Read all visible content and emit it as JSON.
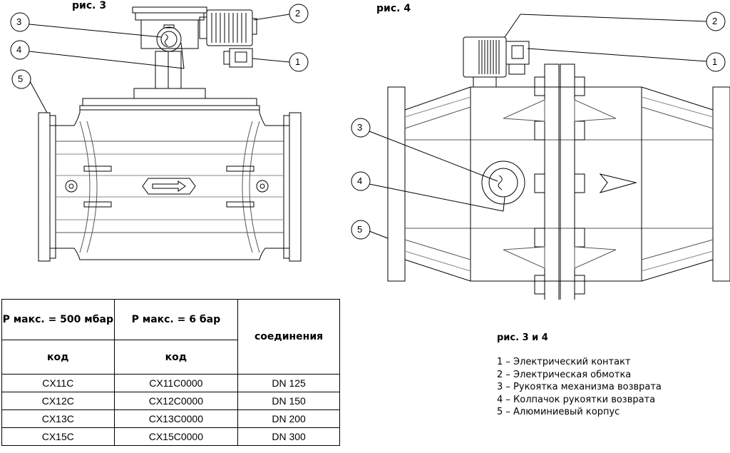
{
  "figures": {
    "fig3_label": "рис. 3",
    "fig4_label": "рис. 4",
    "combined_label": "рис. 3 и 4"
  },
  "callouts": {
    "fig3": [
      "3",
      "2",
      "4",
      "1",
      "5"
    ],
    "fig4": [
      "2",
      "1",
      "3",
      "4",
      "5"
    ]
  },
  "table": {
    "header": {
      "col1_top": "P макс. = 500 мбар",
      "col2_top": "P макс. = 6 бар",
      "col3": "соединения",
      "col1_bottom": "код",
      "col2_bottom": "код"
    },
    "rows": [
      {
        "code_500": "CX11C",
        "code_6": "CX11C0000",
        "connection": "DN 125"
      },
      {
        "code_500": "CX12C",
        "code_6": "CX12C0000",
        "connection": "DN 150"
      },
      {
        "code_500": "CX13C",
        "code_6": "CX13C0000",
        "connection": "DN 200"
      },
      {
        "code_500": "CX15C",
        "code_6": "CX15C0000",
        "connection": "DN 300"
      }
    ]
  },
  "legend": [
    "1 – Электрический контакт",
    "2 – Электрическая обмотка",
    "3 – Рукоятка механизма возврата",
    "4 – Колпачок рукоятки возврата",
    "5 – Алюминиевый корпус"
  ]
}
